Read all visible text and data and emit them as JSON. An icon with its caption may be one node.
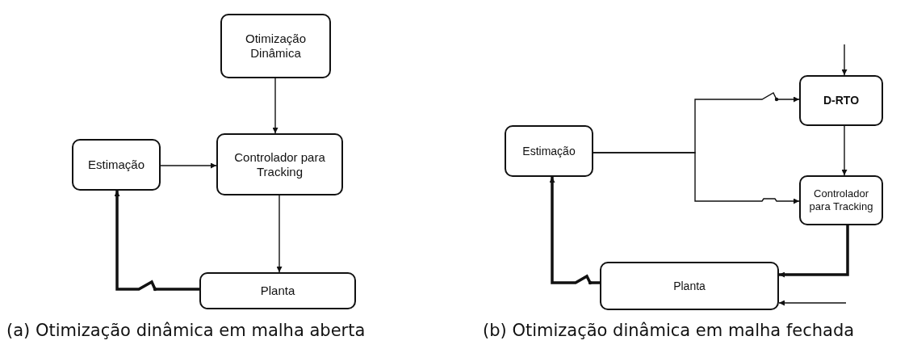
{
  "diagram": {
    "nodes": [
      {
        "text": [
          "Otimização Dinâmica"
        ]
      },
      {
        "text": [
          "Estimação"
        ]
      },
      {
        "text": [
          "Controlador para Tracking"
        ]
      },
      {
        "text": [
          "Planta"
        ]
      },
      {
        "text": [
          "Estimação"
        ]
      },
      {
        "text": [
          "D-RTO"
        ]
      },
      {
        "text": [
          "Controlador para Tracking"
        ]
      },
      {
        "text": [
          "Planta"
        ]
      }
    ],
    "edges": [
      {
        "from": 0,
        "to": 2,
        "arrow": "to"
      },
      {
        "from": 1,
        "to": 2,
        "arrow": "to"
      },
      {
        "from": 2,
        "to": 3,
        "arrow": "to"
      },
      {
        "from": 3,
        "to": 1,
        "arrow": "to",
        "style": "thick"
      },
      {
        "from": null,
        "to": 5,
        "arrow": "to"
      },
      {
        "from": 4,
        "to": 5,
        "arrow": "to"
      },
      {
        "from": 4,
        "to": 6,
        "arrow": "to"
      },
      {
        "from": 5,
        "to": 6,
        "arrow": "to"
      },
      {
        "from": 6,
        "to": 7,
        "arrow": "to",
        "style": "thick"
      },
      {
        "from": null,
        "to": 7,
        "arrow": "to"
      },
      {
        "from": 7,
        "to": 4,
        "arrow": "to",
        "style": "thick"
      }
    ],
    "labels": [
      "(a) Otimização dinâmica em malha aberta",
      "(b) Otimização dinâmica em malha fechada"
    ]
  }
}
